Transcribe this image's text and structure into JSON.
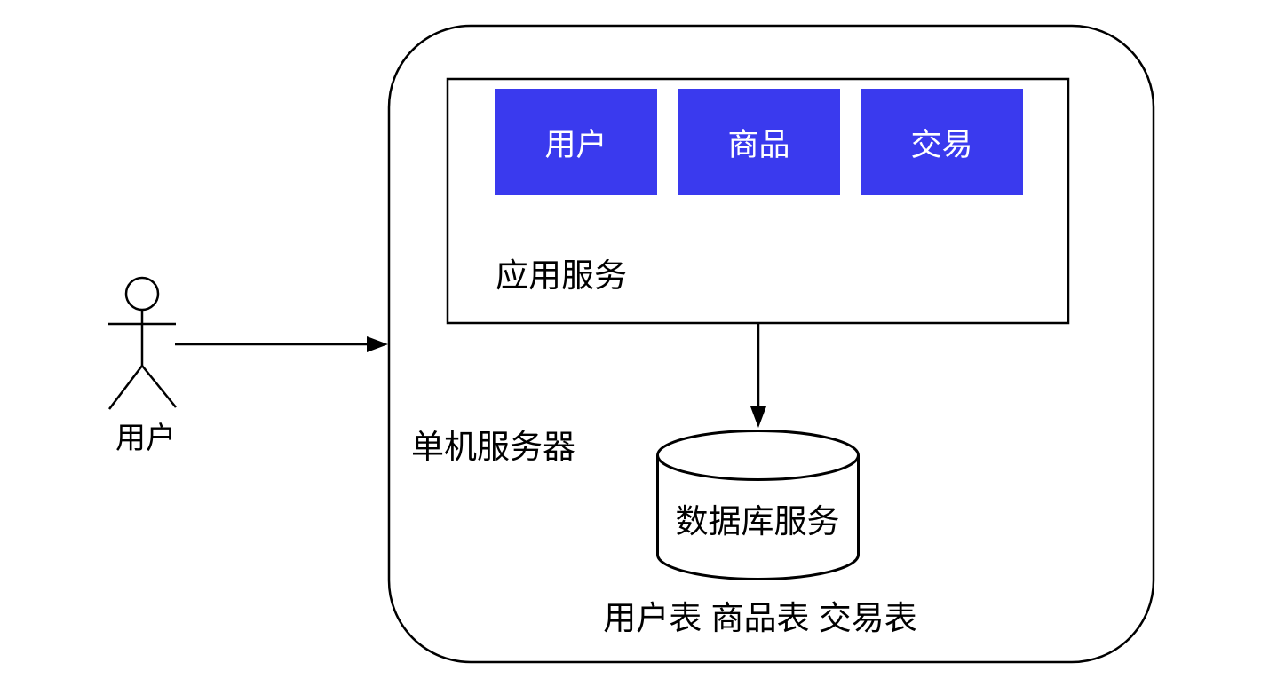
{
  "diagram": {
    "actor": {
      "label": "用户"
    },
    "server_box": {
      "label": "单机服务器",
      "app_service_box": {
        "label": "应用服务",
        "modules": [
          {
            "label": "用户"
          },
          {
            "label": "商品"
          },
          {
            "label": "交易"
          }
        ]
      },
      "database": {
        "label": "数据库服务"
      },
      "tables_caption": "用户表 商品表 交易表"
    },
    "colors": {
      "module_fill": "#3a3aee",
      "module_text": "#ffffff",
      "line": "#000000",
      "background": "#ffffff"
    }
  }
}
